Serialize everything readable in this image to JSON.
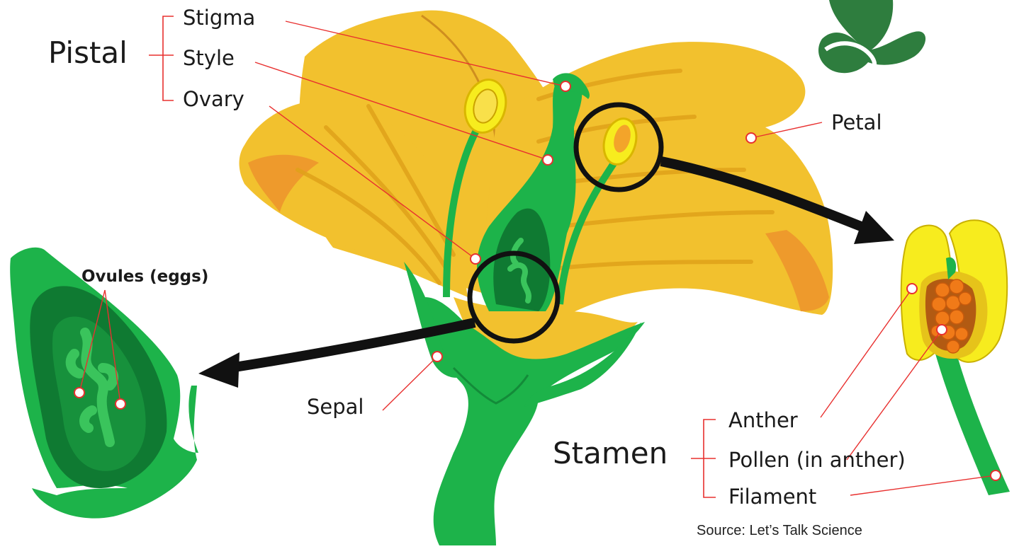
{
  "groups": {
    "pistal": "Pistal",
    "stamen": "Stamen"
  },
  "labels": {
    "stigma": "Stigma",
    "style": "Style",
    "ovary": "Ovary",
    "petal": "Petal",
    "ovules": "Ovules (eggs)",
    "sepal": "Sepal",
    "anther": "Anther",
    "pollen": "Pollen (in anther)",
    "filament": "Filament"
  },
  "source": "Source: Let’s Talk Science",
  "colors": {
    "petal": "#f2c12e",
    "petal_dark": "#e0a21a",
    "petal_orange": "#ee9a2c",
    "green": "#1db34a",
    "green_dark": "#0f7a32",
    "green_mid": "#3ac45c",
    "anther_yellow": "#f7ec1e",
    "pollen": "#f07a18",
    "leader": "#e8302f",
    "logo": "#2e7d3e"
  },
  "logo": "clover-logo"
}
